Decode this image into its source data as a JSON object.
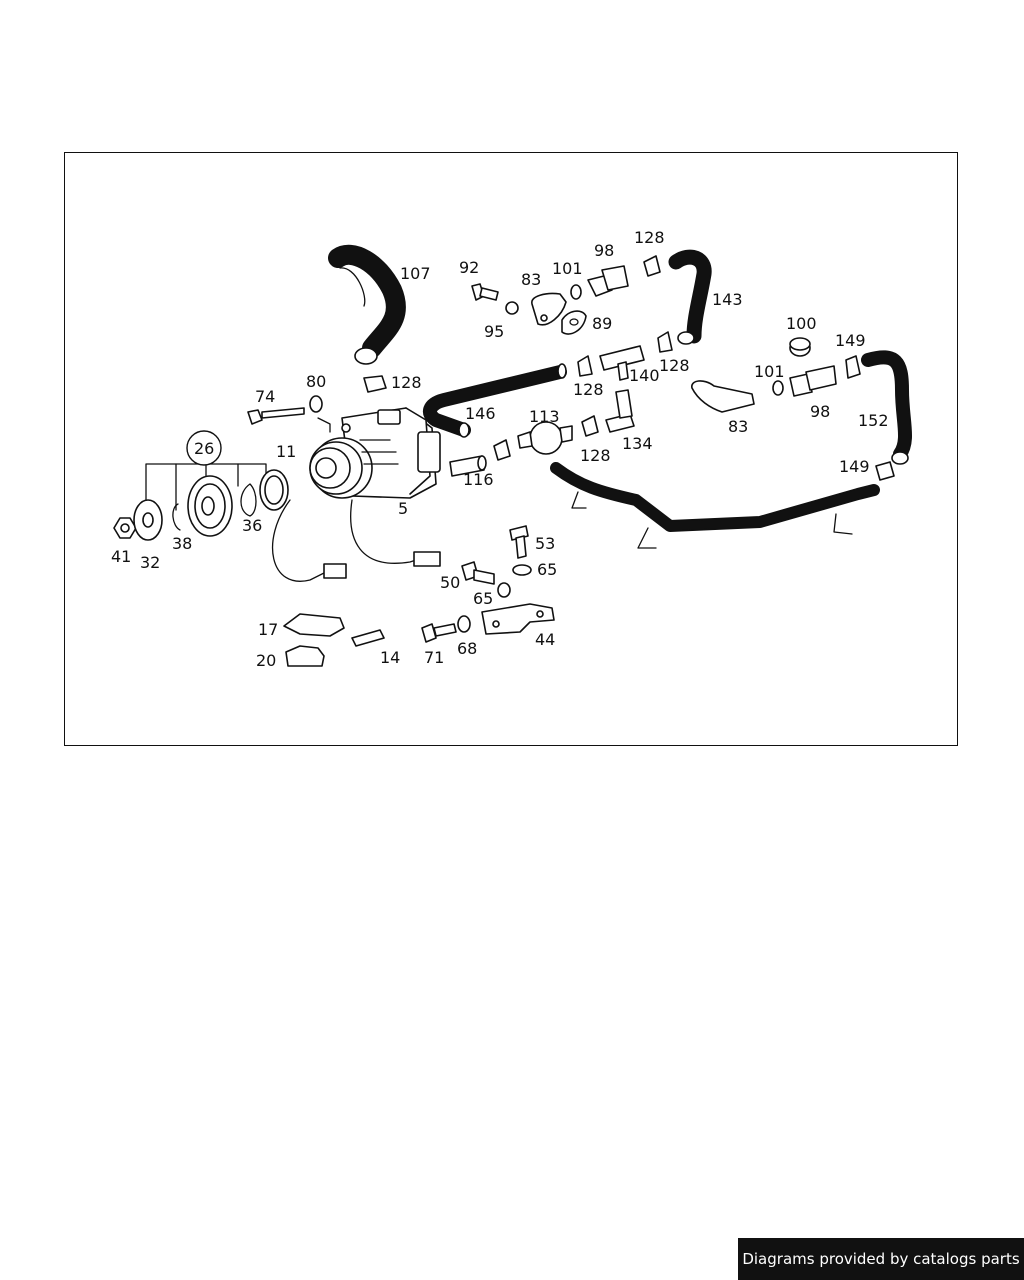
{
  "diagram": {
    "labels": [
      "107",
      "92",
      "83",
      "101",
      "98",
      "128",
      "143",
      "95",
      "89",
      "128",
      "128",
      "140",
      "100",
      "149",
      "101",
      "98",
      "152",
      "83",
      "74",
      "80",
      "146",
      "113",
      "128",
      "134",
      "26",
      "11",
      "116",
      "128",
      "149",
      "5",
      "36",
      "38",
      "32",
      "41",
      "53",
      "65",
      "50",
      "65",
      "44",
      "17",
      "14",
      "71",
      "68",
      "20"
    ]
  },
  "footer": {
    "credit": "Diagrams provided by catalogs parts"
  }
}
